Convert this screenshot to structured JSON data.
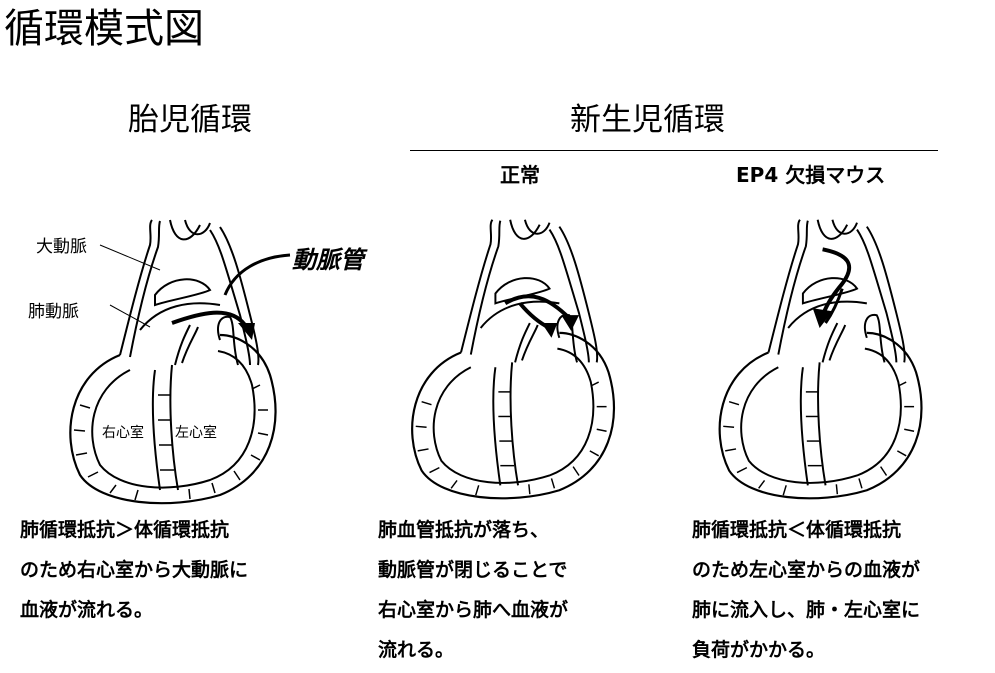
{
  "title": "循環模式図",
  "fetal": {
    "heading": "胎児循環",
    "labels": {
      "aorta": "大動脈",
      "pulmonary_artery": "肺動脈",
      "ductus": "動脈管",
      "rv": "右心室",
      "lv": "左心室"
    },
    "description": [
      "肺循環抵抗＞体循環抵抗",
      "のため右心室から大動脈に",
      "血液が流れる。"
    ]
  },
  "neonatal": {
    "heading": "新生児循環",
    "normal": {
      "heading": "正常",
      "description": [
        "肺血管抵抗が落ち、",
        "動脈管が閉じることで",
        "右心室から肺へ血液が",
        "流れる。"
      ]
    },
    "ep4": {
      "heading": "EP4 欠損マウス",
      "description": [
        "肺循環抵抗＜体循環抵抗",
        "のため左心室からの血液が",
        "肺に流入し、肺・左心室に",
        "負荷がかかる。"
      ]
    }
  }
}
